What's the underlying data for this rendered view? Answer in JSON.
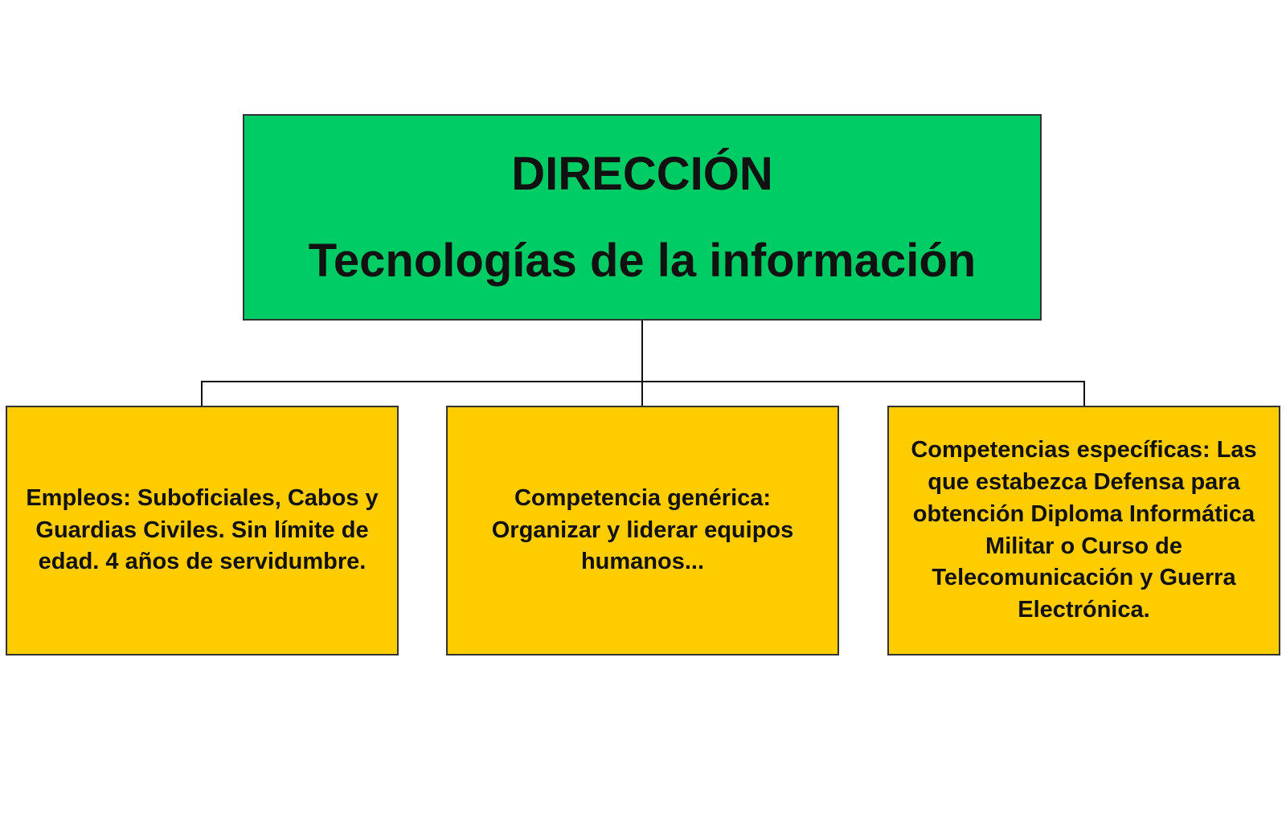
{
  "colors": {
    "root_fill": "#00cc66",
    "child_fill": "#ffcc00",
    "border": "#333333",
    "connector": "#111111"
  },
  "root": {
    "title": "DIRECCIÓN",
    "subtitle": "Tecnologías de la información"
  },
  "children": [
    {
      "text": "Empleos: Suboficiales, Cabos y\nGuardias Civiles. Sin límite de\nedad. 4 años de servidumbre."
    },
    {
      "text": "Competencia genérica:\nOrganizar y liderar equipos\nhumanos..."
    },
    {
      "text": "Competencias específicas: Las\nque estabezca Defensa para\nobtención Diploma Informática\nMilitar o Curso de\nTelecomunicación y Guerra\nElectrónica."
    }
  ]
}
